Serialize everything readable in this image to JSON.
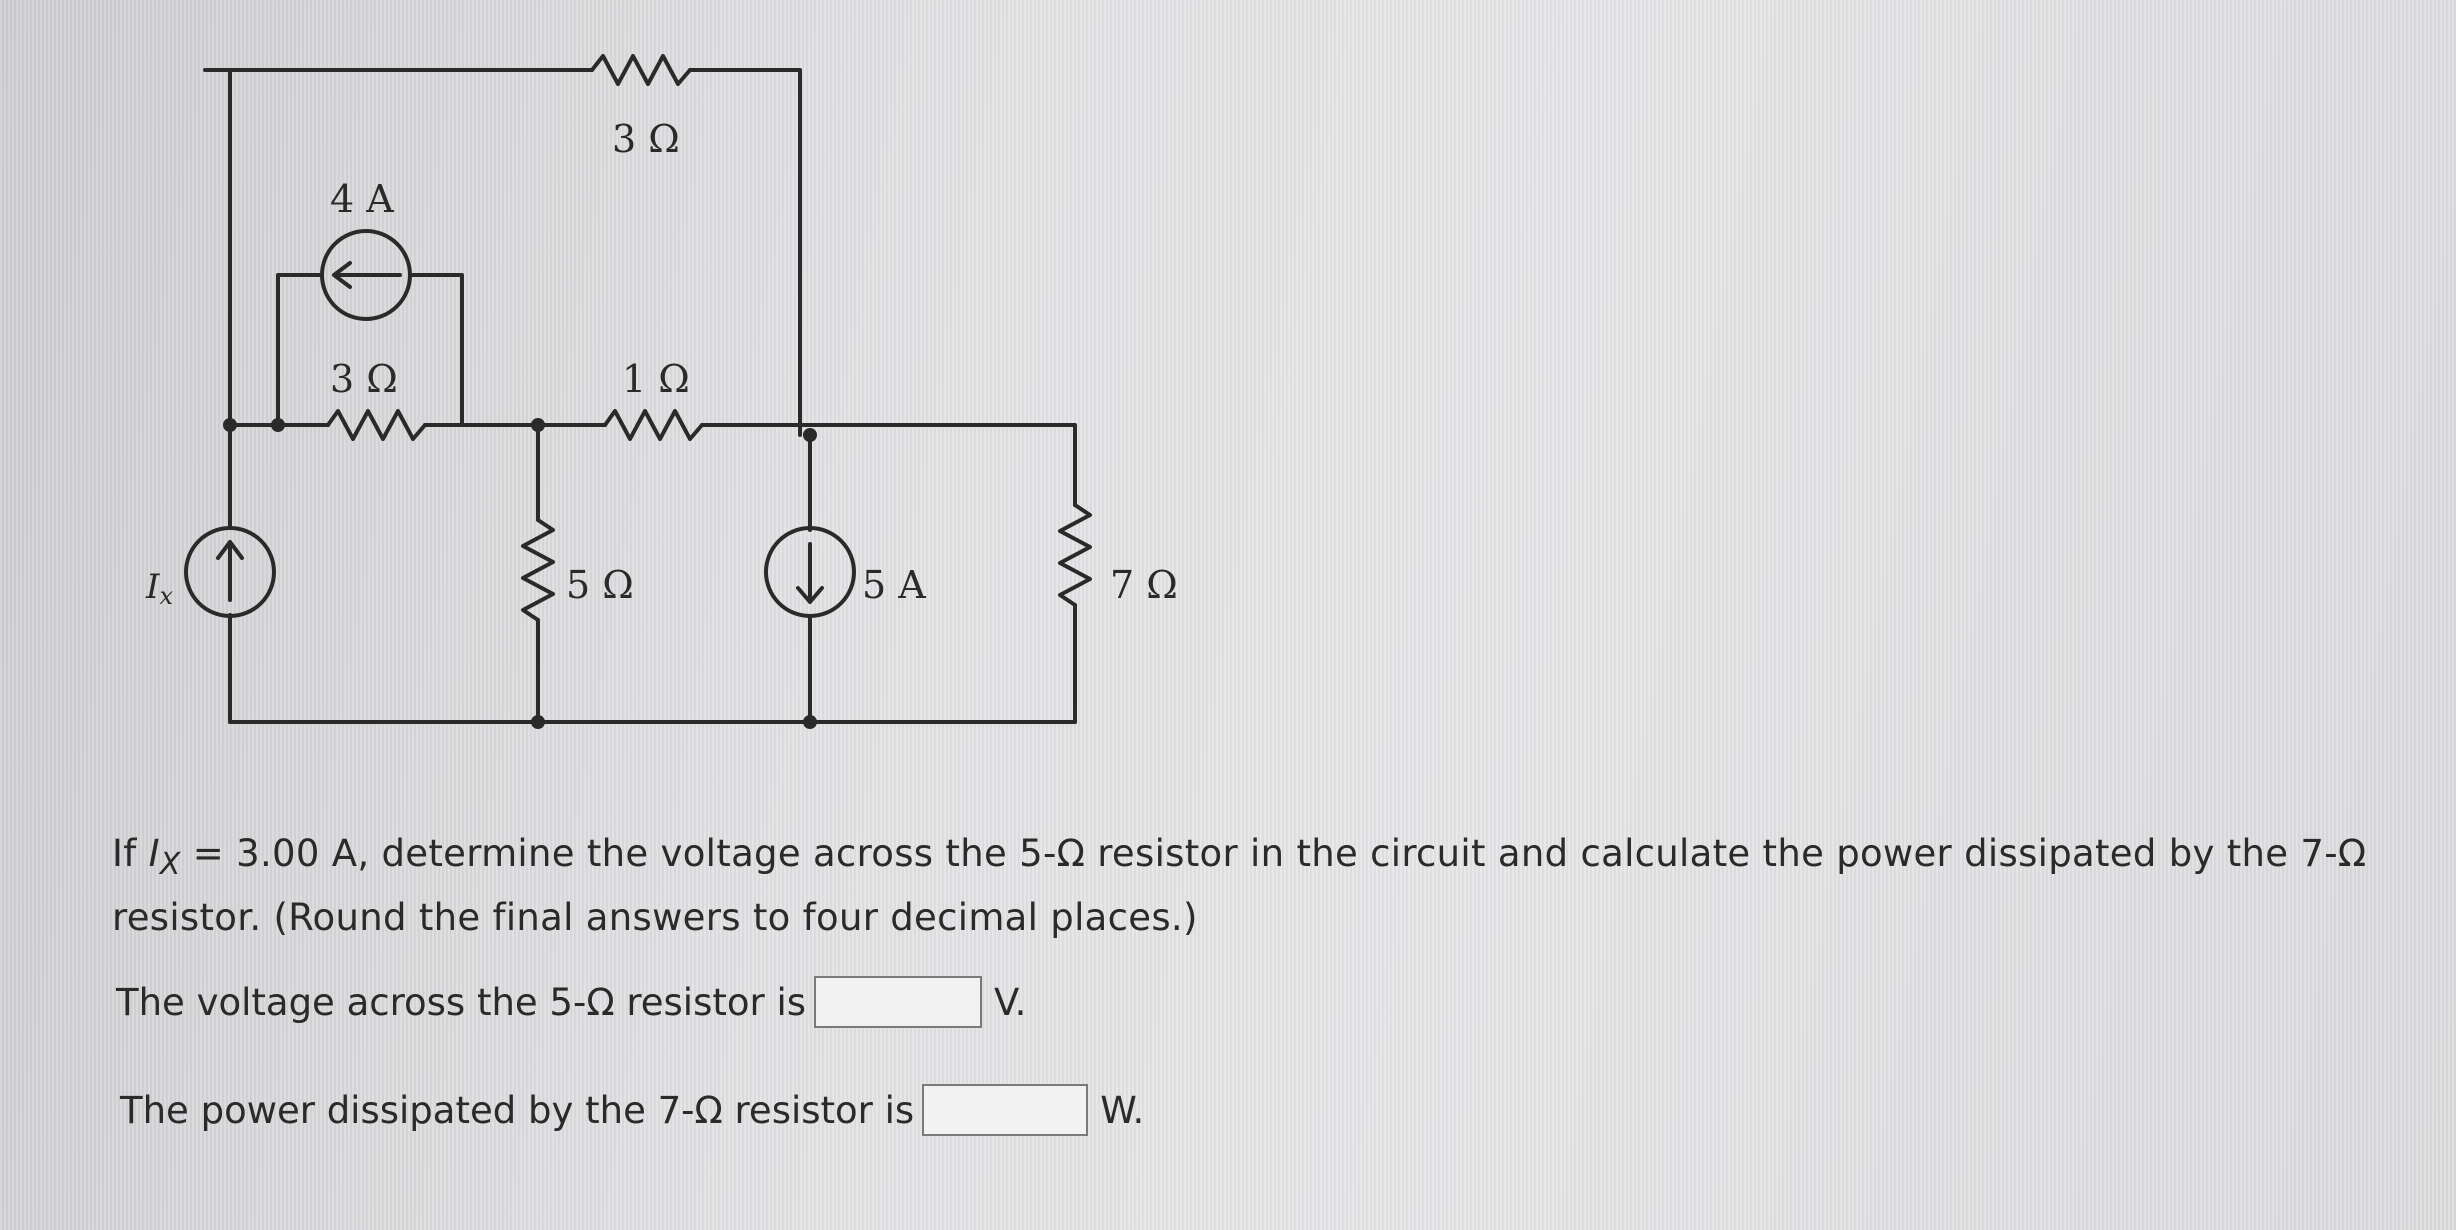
{
  "circuit": {
    "labels": {
      "r_top": "3 Ω",
      "src_4a": "4 A",
      "r_left": "3 Ω",
      "r_mid": "1 Ω",
      "r_5": "5 Ω",
      "src_5a": "5 A",
      "r_7": "7 Ω",
      "ix": "I",
      "ix_sub": "x"
    }
  },
  "problem": {
    "part1": "If ",
    "ix_var": "I",
    "ix_sub": "X",
    "part2": " = 3.00 A, determine the voltage across the 5-Ω resistor in the circuit and calculate the power dissipated by the 7-Ω resistor. (Round the final answers to four decimal places.)"
  },
  "questions": [
    {
      "label": "The voltage across the 5-Ω resistor is",
      "unit": "V.",
      "value": ""
    },
    {
      "label": "The power dissipated by the 7-Ω resistor is",
      "unit": "W.",
      "value": ""
    }
  ],
  "colors": {
    "ink": "#2a2a2a",
    "paper": "#e2e2e4",
    "box_border": "#7a7a7a"
  }
}
